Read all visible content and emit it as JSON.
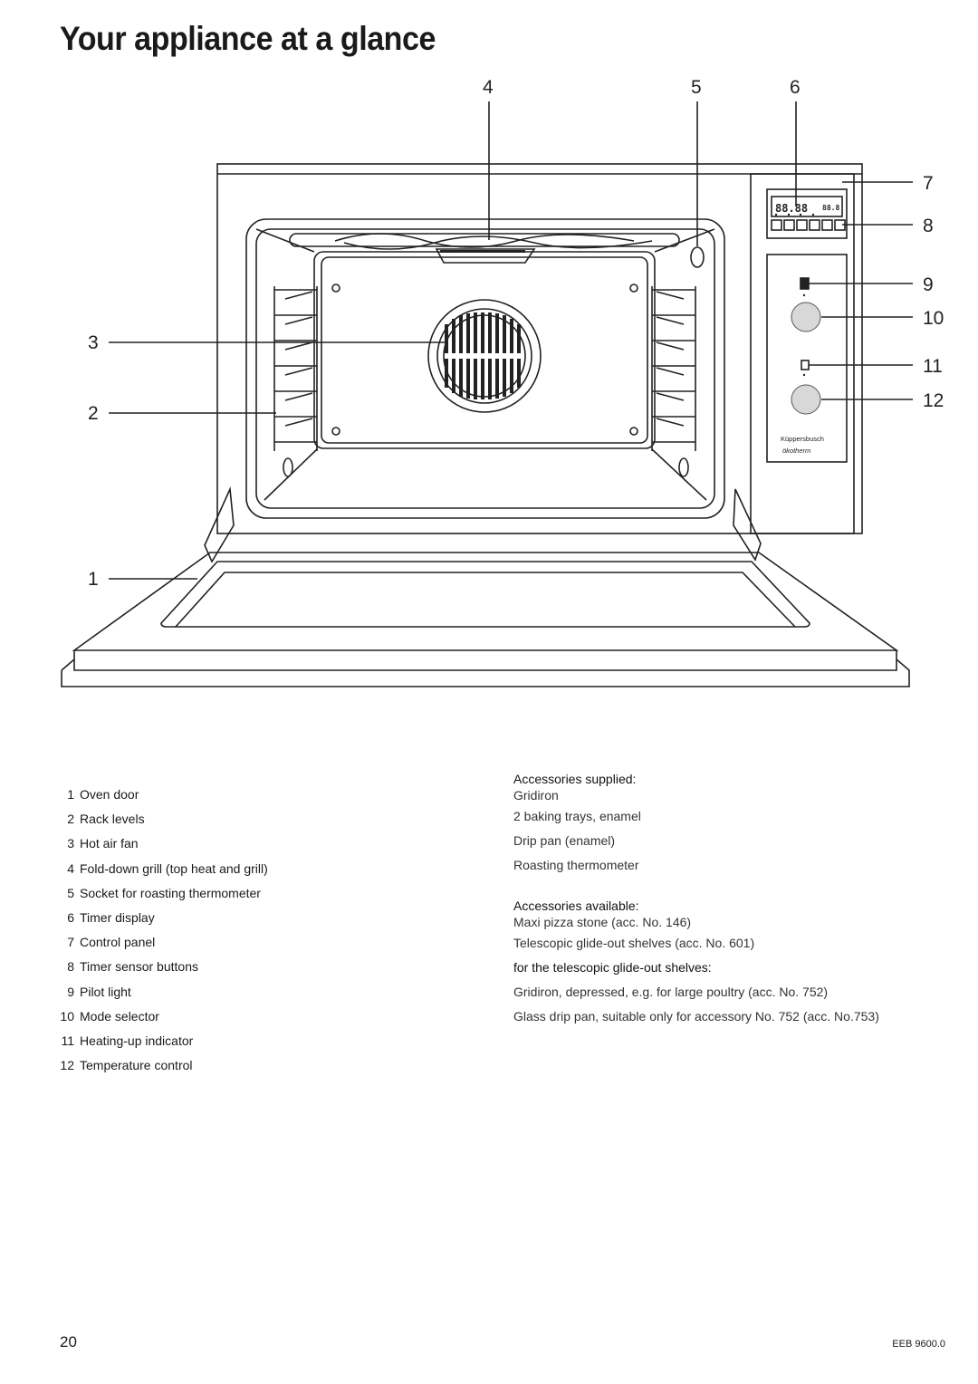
{
  "page": {
    "title": "Your appliance at a glance",
    "page_number": "20",
    "doc_code": "EEB 9600.0"
  },
  "diagram": {
    "callouts": [
      "1",
      "2",
      "3",
      "4",
      "5",
      "6",
      "7",
      "8",
      "9",
      "10",
      "11",
      "12"
    ],
    "display_text": "88.88",
    "display_text_small": "88.8",
    "brand": "Küppersbusch",
    "brand_sub": "ökotherm"
  },
  "legend": [
    {
      "num": "1",
      "label": "Oven door"
    },
    {
      "num": "2",
      "label": "Rack levels"
    },
    {
      "num": "3",
      "label": "Hot air fan"
    },
    {
      "num": "4",
      "label": "Fold-down grill (top heat and grill)"
    },
    {
      "num": "5",
      "label": "Socket for roasting thermometer"
    },
    {
      "num": "6",
      "label": "Timer display"
    },
    {
      "num": "7",
      "label": "Control panel"
    },
    {
      "num": "8",
      "label": "Timer sensor buttons"
    },
    {
      "num": "9",
      "label": "Pilot light"
    },
    {
      "num": "10",
      "label": "Mode selector"
    },
    {
      "num": "11",
      "label": "Heating-up indicator"
    },
    {
      "num": "12",
      "label": "Temperature control"
    }
  ],
  "accessories": {
    "supplied_heading": "Accessories supplied:",
    "supplied": [
      "Gridiron",
      "2 baking trays, enamel",
      "Drip pan (enamel)",
      "Roasting thermometer"
    ],
    "available_heading": "Accessories available:",
    "available": [
      "Maxi pizza stone (acc. No. 146)",
      "Telescopic glide-out shelves (acc. No. 601)"
    ],
    "telescopic_heading": "for the telescopic glide-out shelves:",
    "telescopic": [
      "Gridiron, depressed, e.g. for large poultry (acc. No. 752)",
      "Glass drip pan, suitable only for accessory No. 752 (acc. No.753)"
    ]
  }
}
